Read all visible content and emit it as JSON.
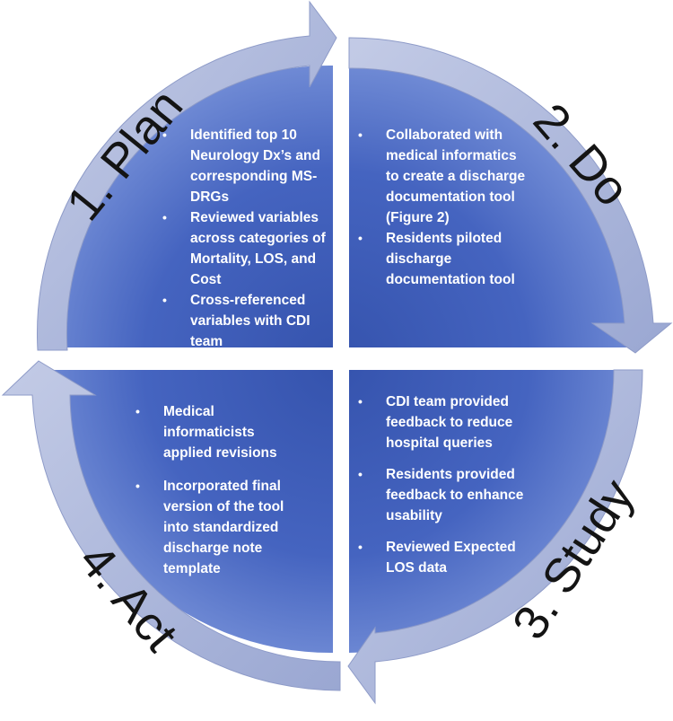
{
  "phases": [
    {
      "label": "1. Plan",
      "bullets": [
        "Identified top 10 Neurology Dx’s and corresponding MS-DRGs",
        "Reviewed variables across categories of Mortality, LOS, and Cost",
        "Cross-referenced variables with CDI team"
      ]
    },
    {
      "label": "2. Do",
      "bullets": [
        "Collaborated with medical informatics to create a discharge documentation tool (Figure 2)",
        "Residents piloted discharge documentation tool"
      ]
    },
    {
      "label": "3. Study",
      "bullets": [
        "CDI team provided feedback to reduce hospital queries",
        "Residents provided feedback to enhance usability",
        "Reviewed Expected LOS data"
      ]
    },
    {
      "label": "4. Act",
      "bullets": [
        "Medical informaticists applied revisions",
        "Incorporated final version of the tool into standardized discharge note template"
      ]
    }
  ],
  "colors": {
    "quadrant_fill": "#4f6fc8",
    "quadrant_edge": "#2e4a9a",
    "arrow_fill": "#aab5d9",
    "text": "#ffffff",
    "label": "#141414"
  }
}
